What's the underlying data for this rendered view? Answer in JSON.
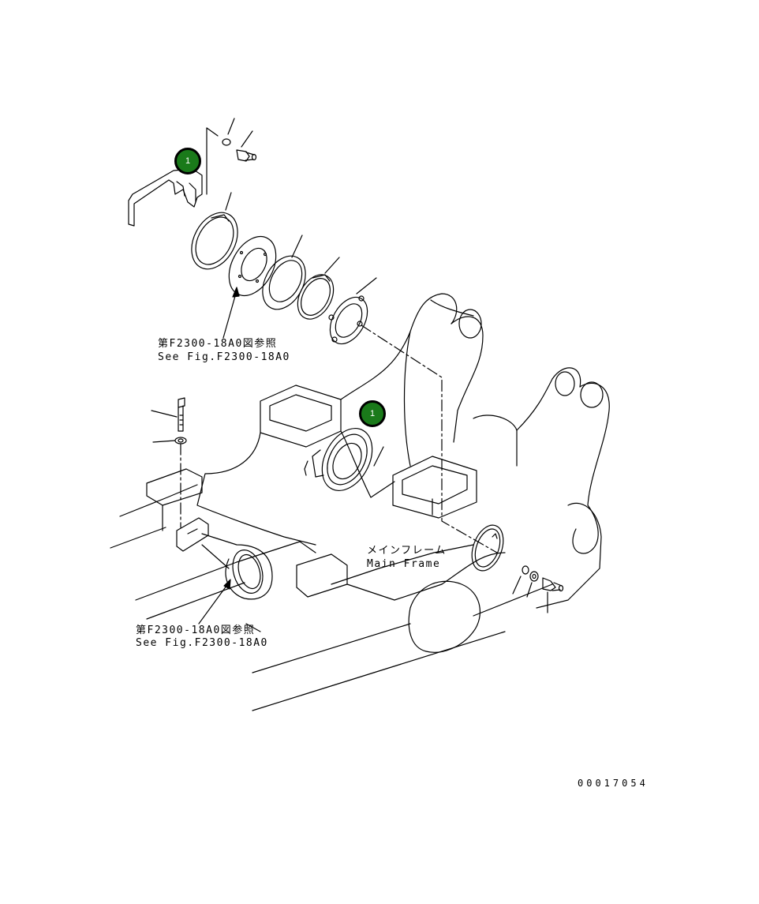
{
  "callouts": [
    {
      "number": "1"
    },
    {
      "number": "1"
    }
  ],
  "labels": {
    "ref_top_ja": "第F2300-18A0図参照",
    "ref_top_en": "See Fig.F2300-18A0",
    "main_frame_ja": "メインフレーム",
    "main_frame_en": "Main Frame",
    "ref_bottom_ja": "第F2300-18A0図参照",
    "ref_bottom_en": "See Fig.F2300-18A0"
  },
  "document_number": "00017054",
  "colors": {
    "callout_fill": "#1a7a1a",
    "callout_ring": "#000000",
    "line": "#000000",
    "background": "#ffffff"
  }
}
